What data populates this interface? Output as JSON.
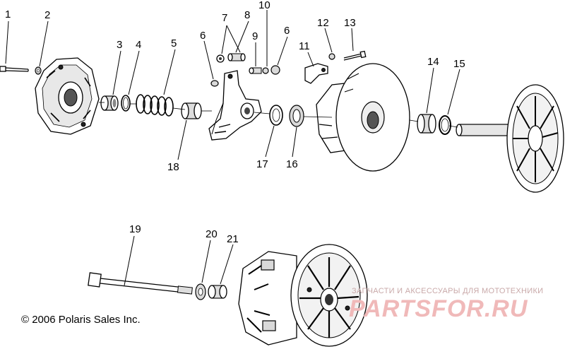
{
  "callouts": [
    "1",
    "2",
    "3",
    "4",
    "5",
    "6",
    "7",
    "8",
    "9",
    "10",
    "6",
    "11",
    "12",
    "13",
    "14",
    "15",
    "16",
    "17",
    "18",
    "19",
    "20",
    "21"
  ],
  "copyright": "© 2006 Polaris Sales Inc.",
  "watermark": {
    "tagline": "ЗАПЧАСТИ И АКСЕССУАРЫ ДЛЯ МОТОТЕХНИКИ",
    "logo": "PARTSFOR.RU"
  }
}
